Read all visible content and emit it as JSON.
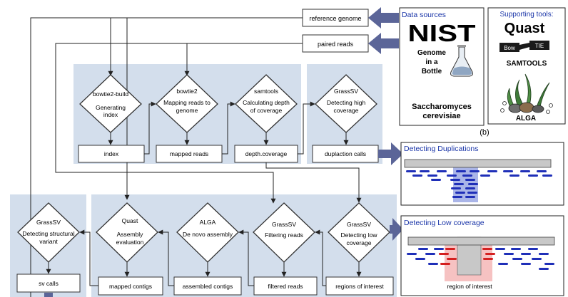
{
  "sources": {
    "reference_genome": "reference genome",
    "paired_reads": "paired reads"
  },
  "data_sources": {
    "title": "Data sources",
    "nist_logo": "NIST",
    "giab_line1": "Genome",
    "giab_line2": "in a",
    "giab_line3": "Bottle",
    "organism_line1": "Saccharomyces",
    "organism_line2": "cerevisiae"
  },
  "supporting_tools": {
    "title": "Supporting tools:",
    "quast_logo": "Quast",
    "bowtie_left": "Bow",
    "bowtie_right": "TIE",
    "samtools": "SAMTOOLS",
    "alga": "ALGA"
  },
  "panel_label": "(b)",
  "top_steps": [
    {
      "tool": "bowtie2-build",
      "desc1": "Generating",
      "desc2": "index",
      "output": "index"
    },
    {
      "tool": "bowtie2",
      "desc1": "Mapping reads to",
      "desc2": "genome",
      "output": "mapped reads"
    },
    {
      "tool": "samtools",
      "desc1": "Calculating depth",
      "desc2": "of coverage",
      "output": "depth.coverage"
    },
    {
      "tool": "GrassSV",
      "desc1": "Detecting high",
      "desc2": "coverage",
      "output": "duplaction calls"
    }
  ],
  "bottom_steps": [
    {
      "tool": "GrassSV",
      "desc1": "Detecting structural",
      "desc2": "variant",
      "output": "sv calls"
    },
    {
      "tool": "Quast",
      "desc1": "Assembly",
      "desc2": "evaluation",
      "output": "mapped contigs"
    },
    {
      "tool": "ALGA",
      "desc1": "De novo assembly",
      "desc2": "",
      "output": "assembled contigs"
    },
    {
      "tool": "GrassSV",
      "desc1": "Filtering reads",
      "desc2": "",
      "output": "filtered reads"
    },
    {
      "tool": "GrassSV",
      "desc1": "Detecting low",
      "desc2": "coverage",
      "output": "regions of interest"
    }
  ],
  "detection": {
    "duplications_title": "Detecting Duplications",
    "low_coverage_title": "Detecting Low coverage",
    "region_label": "region of interest"
  },
  "colors": {
    "panel": "#d3deec",
    "arrow": "#5b6598",
    "read_blue": "#1f2fb8",
    "read_red": "#d42020",
    "duplication_highlight": "#aab5e8",
    "low_coverage_highlight": "#f6c2c2",
    "reference_bar": "#c8c8c8"
  }
}
